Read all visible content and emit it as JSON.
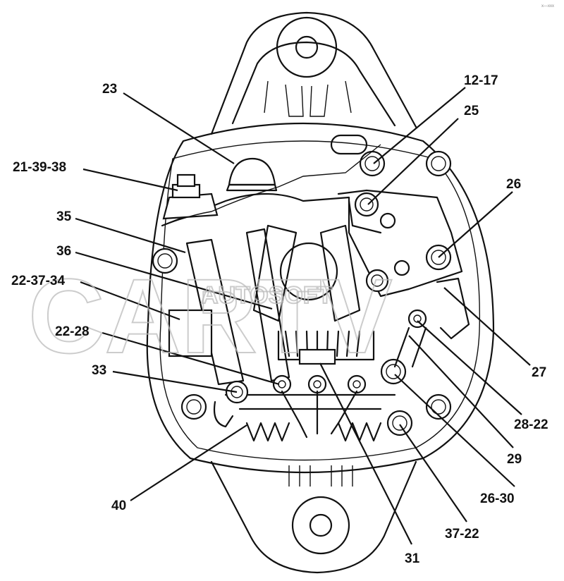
{
  "callouts": [
    {
      "id": "23",
      "label": "23"
    },
    {
      "id": "12-17",
      "label": "12-17"
    },
    {
      "id": "25",
      "label": "25"
    },
    {
      "id": "21-39-38",
      "label": "21-39-38"
    },
    {
      "id": "26",
      "label": "26"
    },
    {
      "id": "35",
      "label": "35"
    },
    {
      "id": "36",
      "label": "36"
    },
    {
      "id": "22-37-34",
      "label": "22-37-34"
    },
    {
      "id": "27",
      "label": "27"
    },
    {
      "id": "22-28",
      "label": "22-28"
    },
    {
      "id": "28-22",
      "label": "28-22"
    },
    {
      "id": "33",
      "label": "33"
    },
    {
      "id": "29",
      "label": "29"
    },
    {
      "id": "40",
      "label": "40"
    },
    {
      "id": "26-30",
      "label": "26-30"
    },
    {
      "id": "37-22",
      "label": "37-22"
    },
    {
      "id": "31",
      "label": "31"
    }
  ],
  "watermark": {
    "brand": "CARTV",
    "sub": "AUTOSOFT"
  },
  "corner_code": "x—xxx"
}
